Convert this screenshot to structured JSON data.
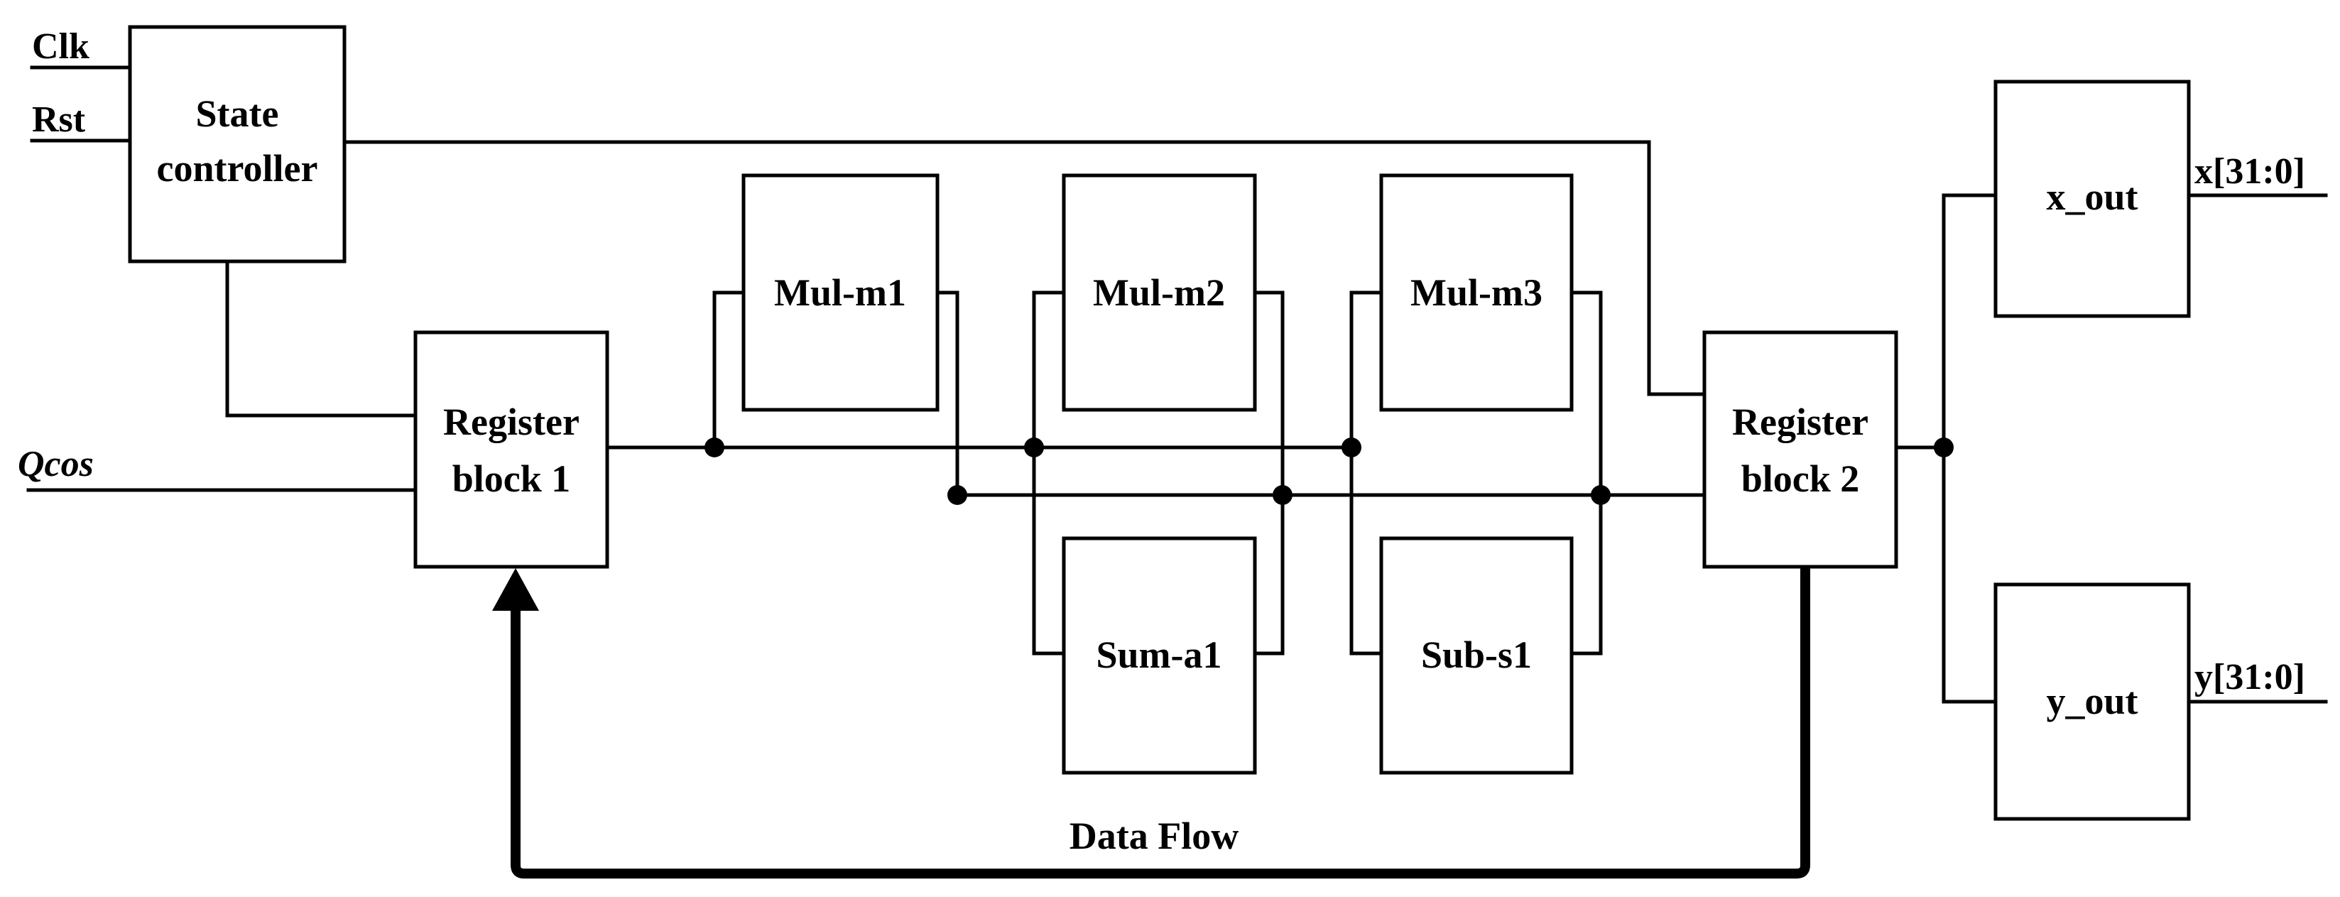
{
  "colors": {
    "line": "#000000",
    "background": "#ffffff"
  },
  "inputs": {
    "clk": "Clk",
    "rst": "Rst",
    "qcos": "Qcos"
  },
  "blocks": {
    "state_controller": [
      "State",
      "controller"
    ],
    "register_block_1": [
      "Register",
      "block 1"
    ],
    "mul_m1": "Mul-m1",
    "mul_m2": "Mul-m2",
    "mul_m3": "Mul-m3",
    "sum_a1": "Sum-a1",
    "sub_s1": "Sub-s1",
    "register_block_2": [
      "Register",
      "block 2"
    ],
    "x_out": "x_out",
    "y_out": "y_out"
  },
  "outputs": {
    "x": "x[31:0]",
    "y": "y[31:0]"
  },
  "feedback_label": "Data Flow"
}
